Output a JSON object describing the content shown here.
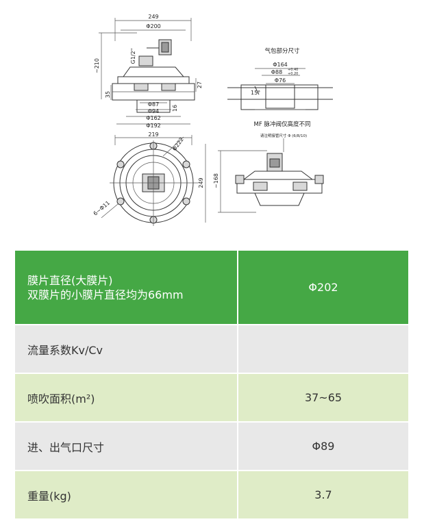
{
  "drawing": {
    "top_view": {
      "dims": [
        "249",
        "Φ200",
        "~210",
        "G1/2\"",
        "35",
        "27",
        "Φ87",
        "Φ94",
        "16",
        "Φ162",
        "Φ192"
      ]
    },
    "air_tank": {
      "title": "气包部分尺寸",
      "dims": [
        "Φ164",
        "Φ88",
        "+0.40",
        "+0.20",
        "Φ76",
        "15°"
      ]
    },
    "plan_view": {
      "dims": [
        "219",
        "Φ222",
        "249",
        "6~Φ11"
      ]
    },
    "mf_view": {
      "title": "MF 脉冲阀仅高度不同",
      "note": "请注明接管尺寸 Φ (6/8/10)",
      "dims": [
        "~168"
      ]
    }
  },
  "spec_table": {
    "rows": [
      {
        "label": [
          "膜片直径(大膜片)",
          "双膜片的小膜片直径均为66mm"
        ],
        "value": "Φ202",
        "style": "head"
      },
      {
        "label": [
          "流量系数Kv/Cv"
        ],
        "value": "",
        "style": "g"
      },
      {
        "label": [
          "喷吹面积(m²)"
        ],
        "value": "37~65",
        "style": "l"
      },
      {
        "label": [
          "进、出气口尺寸"
        ],
        "value": "Φ89",
        "style": "g"
      },
      {
        "label": [
          "重量(kg)"
        ],
        "value": "3.7",
        "style": "l"
      }
    ]
  },
  "colors": {
    "header_green": "#45a845",
    "row_gray": "#e8e8e8",
    "row_light_green": "#dfecc7"
  }
}
